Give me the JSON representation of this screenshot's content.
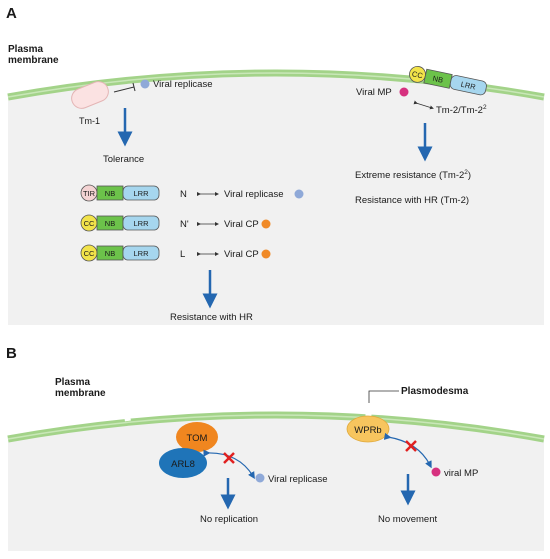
{
  "panel_a": {
    "letter": "A",
    "membrane_label_line1": "Plasma",
    "membrane_label_line2": "membrane",
    "tm1_label": "Tm-1",
    "viral_replicase_top": "Viral replicase",
    "tolerance": "Tolerance",
    "rows": [
      {
        "domains": [
          "TIR",
          "NB",
          "LRR"
        ],
        "gene": "N",
        "target": "Viral replicase",
        "dot_color": "#8fa9d8"
      },
      {
        "domains": [
          "CC",
          "NB",
          "LRR"
        ],
        "gene": "N'",
        "target": "Viral CP",
        "dot_color": "#f08a28"
      },
      {
        "domains": [
          "CC",
          "NB",
          "LRR"
        ],
        "gene": "L",
        "target": "Viral CP",
        "dot_color": "#f08a28"
      }
    ],
    "resistance_hr": "Resistance with HR",
    "tm2_domains": [
      "CC",
      "NB",
      "LRR"
    ],
    "viral_mp": "Viral MP",
    "tm2_label": "Tm-2/Tm-2",
    "tm2_sup": "2",
    "extreme_resistance_pre": "Extreme resistance (Tm-2",
    "extreme_resistance_sup": "2",
    "extreme_resistance_post": ")",
    "resistance_hr_tm2": "Resistance with HR (Tm-2)"
  },
  "panel_b": {
    "letter": "B",
    "membrane_label_line1": "Plasma",
    "membrane_label_line2": "membrane",
    "plasmodesma": "Plasmodesma",
    "tom": "TOM",
    "arl8": "ARL8",
    "viral_replicase": "Viral replicase",
    "no_replication": "No replication",
    "wprb": "WPRb",
    "viral_mp": "viral MP",
    "no_movement": "No movement"
  },
  "colors": {
    "panel_bg": "#f1f1f1",
    "membrane": "#a3d389",
    "arrow_blue": "#2467b0",
    "replicase_dot": "#8fa9d8",
    "cp_dot": "#f08a28",
    "mp_dot": "#d6317f",
    "cc_fill": "#f2e34a",
    "nb_fill": "#6cc24a",
    "lrr_fill": "#a6d6ee",
    "tir_fill": "#f4d3d3",
    "tom_fill": "#f0861f",
    "arl8_fill": "#1f74b8",
    "wprb_fill": "#f7c55e",
    "block_x": "#e02020"
  }
}
